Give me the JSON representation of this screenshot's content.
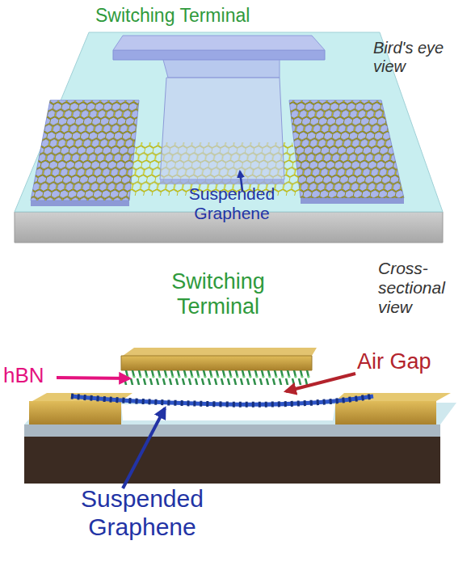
{
  "diagram": {
    "labels": [
      "Switching Terminal",
      "Bird's eye view",
      "Suspended Graphene",
      "Switching Terminal",
      "Cross-sectional view",
      "hBN",
      "Air Gap",
      "Suspended Graphene"
    ]
  }
}
